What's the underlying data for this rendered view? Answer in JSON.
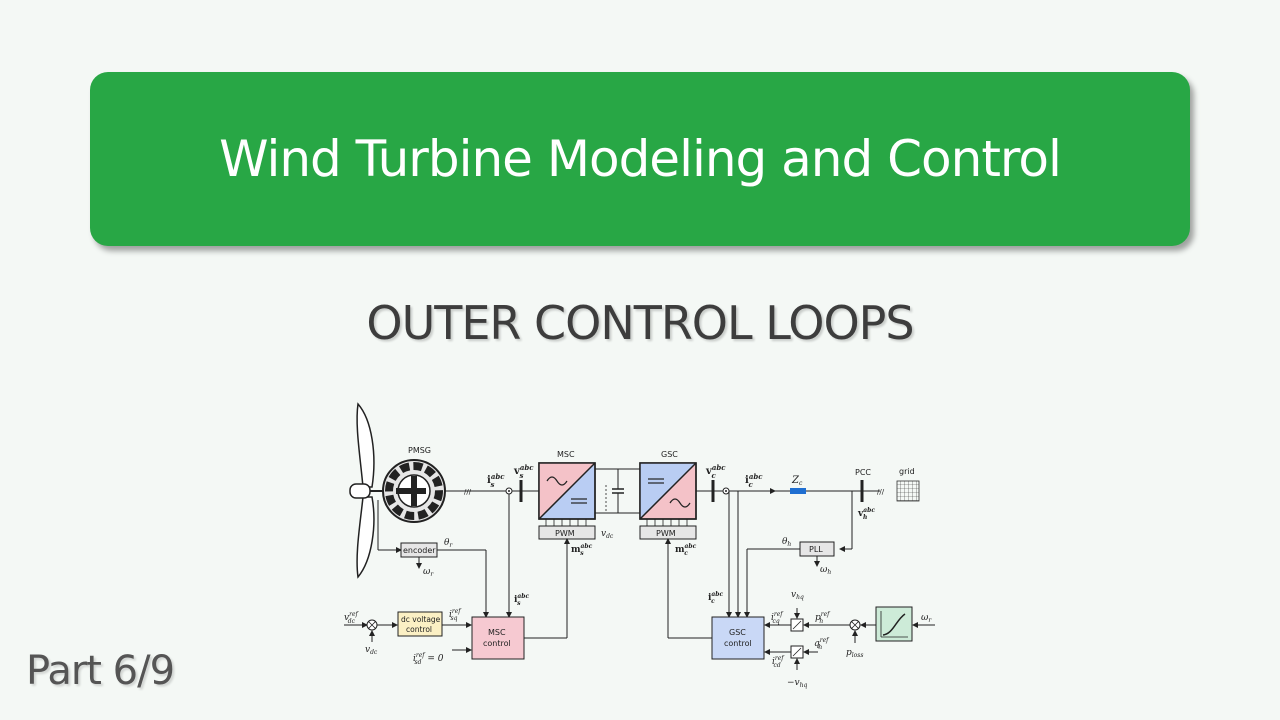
{
  "banner": {
    "title": "Wind Turbine Modeling and Control",
    "color": "#28a745"
  },
  "subtitle": "OUTER CONTROL LOOPS",
  "part_label": "Part 6/9",
  "diagram": {
    "blocks": {
      "pmsg": "PMSG",
      "msc": "MSC",
      "gsc": "GSC",
      "pwm_msc": "PWM",
      "pwm_gsc": "PWM",
      "encoder": "encoder",
      "dc_control_l1": "dc voltage",
      "dc_control_l2": "control",
      "msc_control_l1": "MSC",
      "msc_control_l2": "control",
      "gsc_control_l1": "GSC",
      "gsc_control_l2": "control",
      "pll": "PLL",
      "pcc": "PCC",
      "grid": "grid"
    },
    "signals": {
      "is_abc": "i",
      "vs_abc": "v",
      "vc_abc": "v",
      "ic_abc": "i",
      "zc": "Z",
      "vh_abc": "v",
      "theta_h": "θ",
      "omega_h": "ω",
      "theta_r": "θ",
      "omega_r": "ω",
      "v_dc": "v",
      "ms_abc": "m",
      "mc_abc": "m",
      "i_sq_ref": "i",
      "i_sd_ref": "i",
      "i_cq_ref": "i",
      "i_cd_ref": "i",
      "v_hq": "v",
      "minus_v_hq": "−v",
      "p_h_ref": "p",
      "q_h_ref": "q",
      "p_loss": "p",
      "omega_r_in": "ω",
      "v_dc_ref": "v",
      "is_abc_fb": "i",
      "ic_abc_fb": "i"
    },
    "colors": {
      "msc_fill": "#f4c2c8",
      "gsc_fill": "#b9cdf3",
      "msc_control_fill": "#f6c9d1",
      "gsc_control_fill": "#c9d8f6",
      "dc_control_fill": "#fbf0c4",
      "mppt_fill": "#cdebd8",
      "zc_color": "#1f6fd1"
    }
  }
}
